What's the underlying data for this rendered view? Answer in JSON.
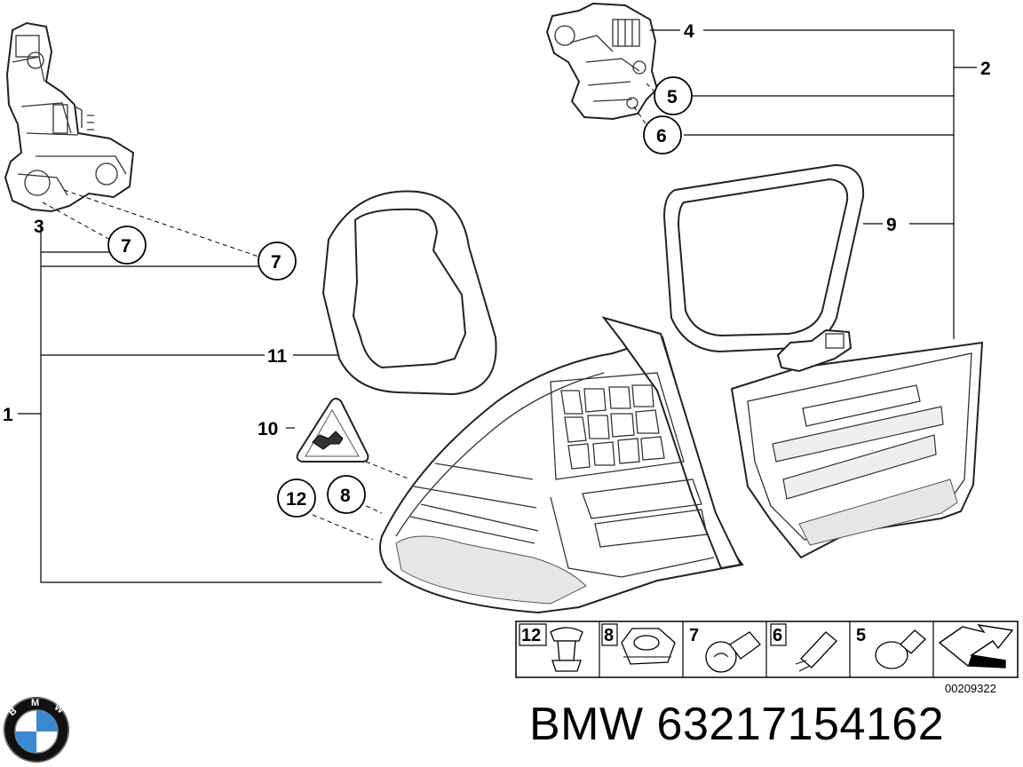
{
  "diagram": {
    "callouts": {
      "c1": "1",
      "c2": "2",
      "c3": "3",
      "c4": "4",
      "c5": "5",
      "c6": "6",
      "c7a": "7",
      "c7b": "7",
      "c8": "8",
      "c9": "9",
      "c10": "10",
      "c11": "11",
      "c12": "12"
    },
    "parts_table": {
      "cells": [
        {
          "label": "12",
          "icon": "expanding-rivet-icon"
        },
        {
          "label": "8",
          "icon": "hex-nut-icon"
        },
        {
          "label": "7",
          "icon": "bulb-ba15s-icon"
        },
        {
          "label": "6",
          "icon": "wedge-bulb-icon"
        },
        {
          "label": "5",
          "icon": "bulb-small-icon"
        },
        {
          "label": "",
          "icon": "arrow-next-icon"
        }
      ]
    },
    "drawing_number": "00209322"
  },
  "branding": {
    "logo_letters": "BMW",
    "part_caption": "BMW 63217154162",
    "colors": {
      "logo_blue": "#3b8ad1",
      "logo_ring": "#111111"
    }
  }
}
